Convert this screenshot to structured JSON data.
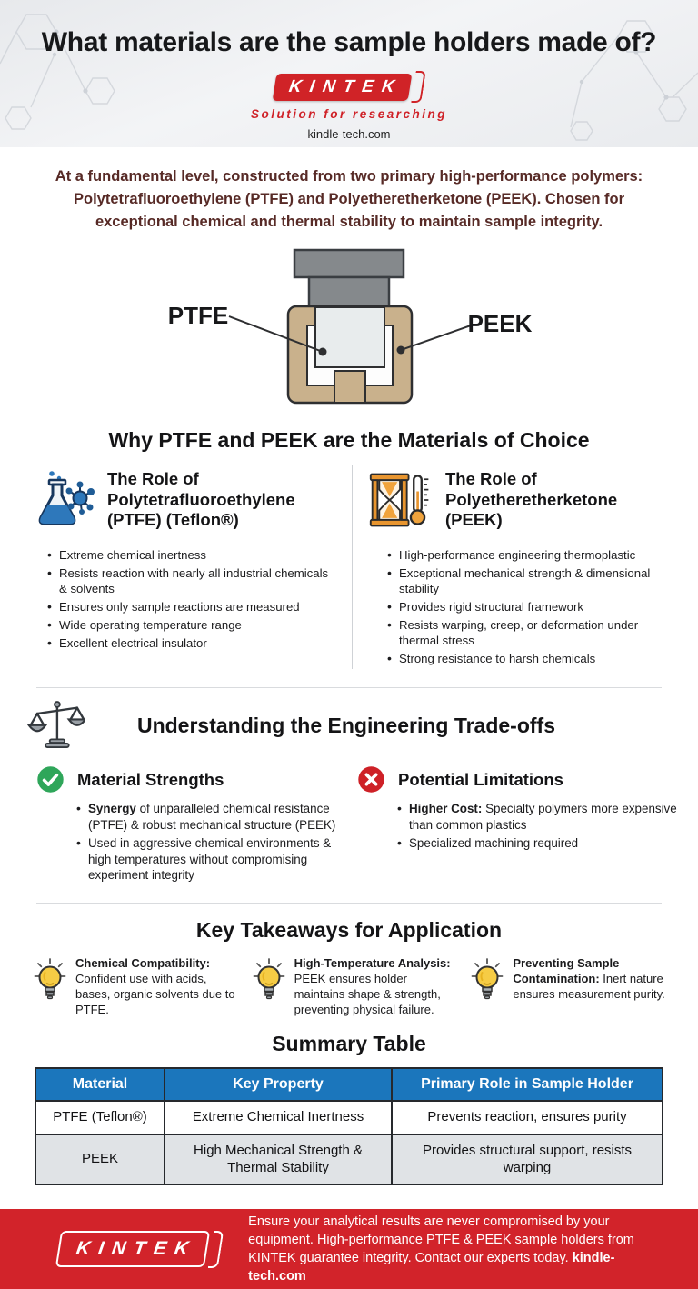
{
  "colors": {
    "brand_red": "#d02327",
    "table_header_blue": "#1b76bc",
    "holder_tan": "#c9b18c",
    "check_green": "#2fa65a",
    "cross_red": "#ce2127",
    "bulb_yellow": "#f6cc45",
    "intro_maroon": "#572a26"
  },
  "header": {
    "title": "What materials are the sample holders made of?",
    "logo_text": "KINTEK",
    "tagline": "Solution for researching",
    "website": "kindle-tech.com"
  },
  "intro": "At a fundamental level, constructed from two primary high-performance polymers: Polytetrafluoroethylene (PTFE) and Polyetheretherketone (PEEK). Chosen for exceptional chemical and thermal stability to maintain sample integrity.",
  "diagram": {
    "left_label": "PTFE",
    "right_label": "PEEK"
  },
  "materials_section": {
    "title": "Why PTFE and PEEK are the Materials of Choice",
    "columns": [
      {
        "icon": "flask-molecule-icon",
        "heading": "The Role of Polytetrafluoroethylene (PTFE) (Teflon®)",
        "bullets": [
          "Extreme chemical inertness",
          "Resists reaction with nearly all industrial chemicals & solvents",
          "Ensures only sample reactions are measured",
          "Wide operating temperature range",
          "Excellent electrical insulator"
        ]
      },
      {
        "icon": "hourglass-thermometer-icon",
        "heading": "The Role of Polyetheretherketone (PEEK)",
        "bullets": [
          "High-performance engineering thermoplastic",
          "Exceptional mechanical strength & dimensional stability",
          "Provides rigid structural framework",
          "Resists warping, creep, or deformation under thermal stress",
          "Strong resistance to harsh chemicals"
        ]
      }
    ]
  },
  "tradeoffs_section": {
    "title": "Understanding the Engineering Trade-offs",
    "icon": "balance-scale-icon",
    "strengths": {
      "icon": "check-circle-icon",
      "heading": "Material Strengths",
      "bullets": [
        {
          "lead": "Synergy",
          "rest": " of unparalleled chemical resistance (PTFE) & robust mechanical structure (PEEK)"
        },
        {
          "lead": "",
          "rest": "Used in aggressive chemical environments & high temperatures without compromising experiment integrity"
        }
      ]
    },
    "limitations": {
      "icon": "x-circle-icon",
      "heading": "Potential Limitations",
      "bullets": [
        {
          "lead": "Higher Cost:",
          "rest": " Specialty polymers more expensive than common plastics"
        },
        {
          "lead": "",
          "rest": "Specialized machining required"
        }
      ]
    }
  },
  "takeaways_section": {
    "title": "Key Takeaways for Application",
    "items": [
      {
        "icon": "lightbulb-icon",
        "lead": "Chemical Compatibility:",
        "rest": " Confident use with acids, bases, organic solvents due to PTFE."
      },
      {
        "icon": "lightbulb-icon",
        "lead": "High-Temperature Analysis:",
        "rest": " PEEK ensures holder maintains shape & strength, preventing physical failure."
      },
      {
        "icon": "lightbulb-icon",
        "lead": "Preventing Sample Contamination:",
        "rest": " Inert nature ensures measurement purity."
      }
    ]
  },
  "summary_table": {
    "title": "Summary Table",
    "headers": [
      "Material",
      "Key Property",
      "Primary Role in Sample Holder"
    ],
    "rows": [
      [
        "PTFE (Teflon®)",
        "Extreme Chemical Inertness",
        "Prevents reaction, ensures purity"
      ],
      [
        "PEEK",
        "High Mechanical Strength & Thermal Stability",
        "Provides structural support, resists warping"
      ]
    ]
  },
  "footer": {
    "logo_text": "KINTEK",
    "message": "Ensure your analytical results are never compromised by your equipment. High-performance PTFE & PEEK sample holders from KINTEK guarantee integrity. Contact our experts today. ",
    "website": "kindle-tech.com"
  }
}
